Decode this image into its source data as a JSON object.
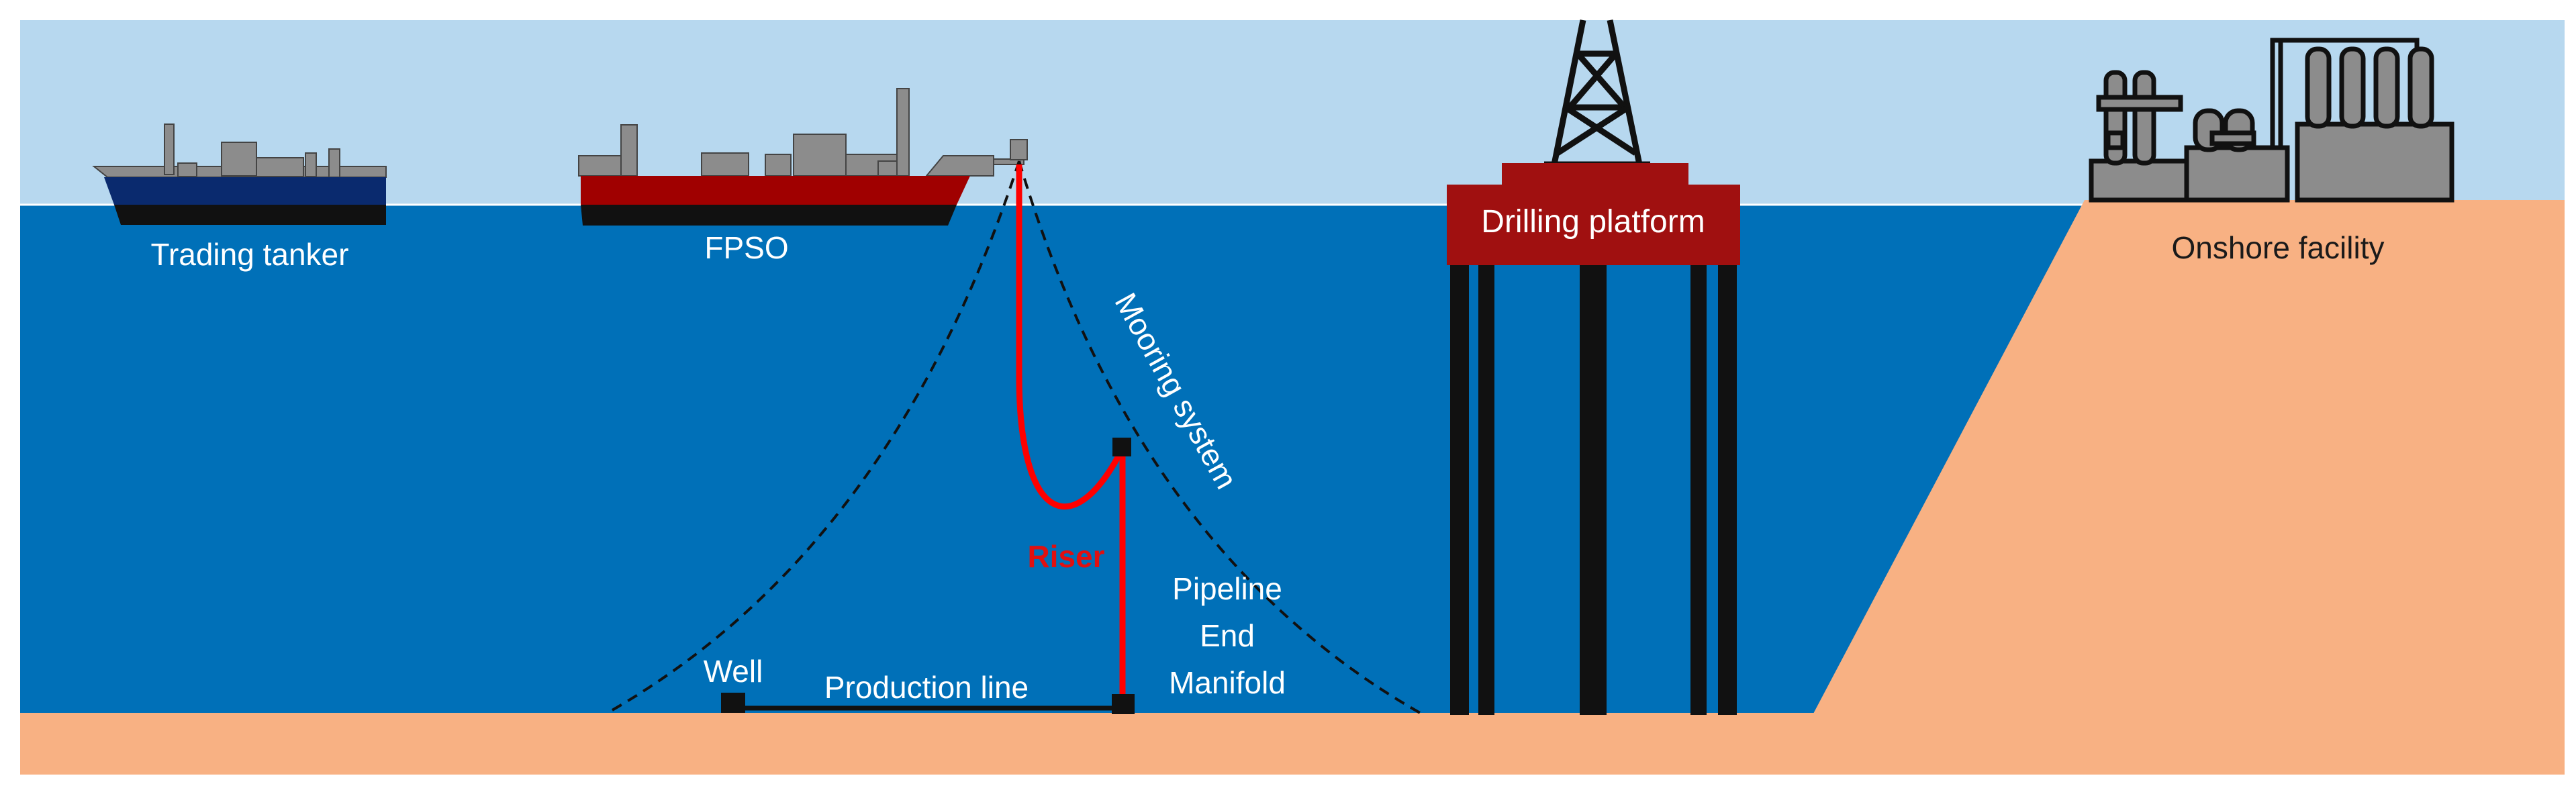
{
  "labels": {
    "trading_tanker": "Trading tanker",
    "fpso": "FPSO",
    "mooring_system": "Mooring system",
    "riser": "Riser",
    "pipeline_end_manifold_line1": "Pipeline",
    "pipeline_end_manifold_line2": "End",
    "pipeline_end_manifold_line3": "Manifold",
    "well": "Well",
    "production_line": "Production line",
    "drilling_platform": "Drilling platform",
    "onshore_facility": "Onshore facility"
  },
  "colors": {
    "sky": "#b7d8ef",
    "sea": "#0070b8",
    "seabed": "#f8b183",
    "riser": "#ff0000",
    "fpso_hull": "#a00000",
    "tanker_hull": "#0a2a6e",
    "platform_deck": "#a01010",
    "superstructure": "#8c8c8c"
  }
}
